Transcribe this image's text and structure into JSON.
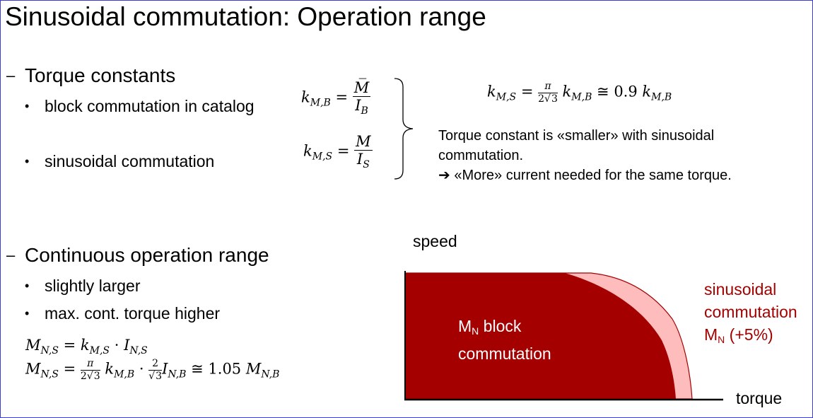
{
  "title": "Sinusoidal commutation: Operation range",
  "section1": {
    "heading": "Torque constants",
    "bullets": [
      {
        "text": "block commutation in catalog"
      },
      {
        "text": "sinusoidal commutation"
      }
    ],
    "formula_block": {
      "lhs": "k",
      "lhs_sub": "M,B",
      "num": "M̅",
      "den": "I",
      "den_sub": "B"
    },
    "formula_sin": {
      "lhs": "k",
      "lhs_sub": "M,S",
      "num": "M",
      "den": "I",
      "den_sub": "S"
    },
    "relation": {
      "lhs": "k",
      "lhs_sub": "M,S",
      "frac_num": "π",
      "frac_den_pre": "2",
      "frac_den_root": "3",
      "mid": "k",
      "mid_sub": "M,B",
      "approx": "≅ 0.9 ",
      "rhs": "k",
      "rhs_sub": "M,B"
    },
    "note_lines": [
      "Torque constant is «smaller» with sinusoidal",
      "commutation.",
      "«More» current needed for the same torque."
    ],
    "arrow_symbol": "➔"
  },
  "section2": {
    "heading": "Continuous operation range",
    "bullets": [
      {
        "text": "slightly larger"
      },
      {
        "text": "max. cont. torque higher"
      }
    ],
    "eq1": {
      "lhs": "M",
      "lhs_sub": "N,S",
      "k": "k",
      "k_sub": "M,S",
      "dot": "·",
      "i": "I",
      "i_sub": "N,S"
    },
    "eq2": {
      "lhs": "M",
      "lhs_sub": "N,S",
      "frac1_num": "π",
      "frac1_den_pre": "2",
      "frac1_den_root": "3",
      "k": "k",
      "k_sub": "M,B",
      "dot": "·",
      "frac2_num": "2",
      "frac2_den_root": "3",
      "i": "I",
      "i_sub": "N,B",
      "approx": "≅ 1.05 ",
      "rhs": "M",
      "rhs_sub": "N,B"
    }
  },
  "diagram": {
    "y_axis_label": "speed",
    "x_axis_label": "torque",
    "block_region": {
      "symbol": "M",
      "symbol_sub": "N",
      "line1": " block",
      "line2": "commutation"
    },
    "sin_region": {
      "line1": "sinusoidal",
      "line2": "commutation",
      "symbol": "M",
      "symbol_sub": "N",
      "suffix": " (+5%)"
    },
    "colors": {
      "block_fill": "#a50000",
      "sin_fill": "#ffbcbc",
      "sin_label": "#a50000",
      "axis": "#000000"
    }
  }
}
